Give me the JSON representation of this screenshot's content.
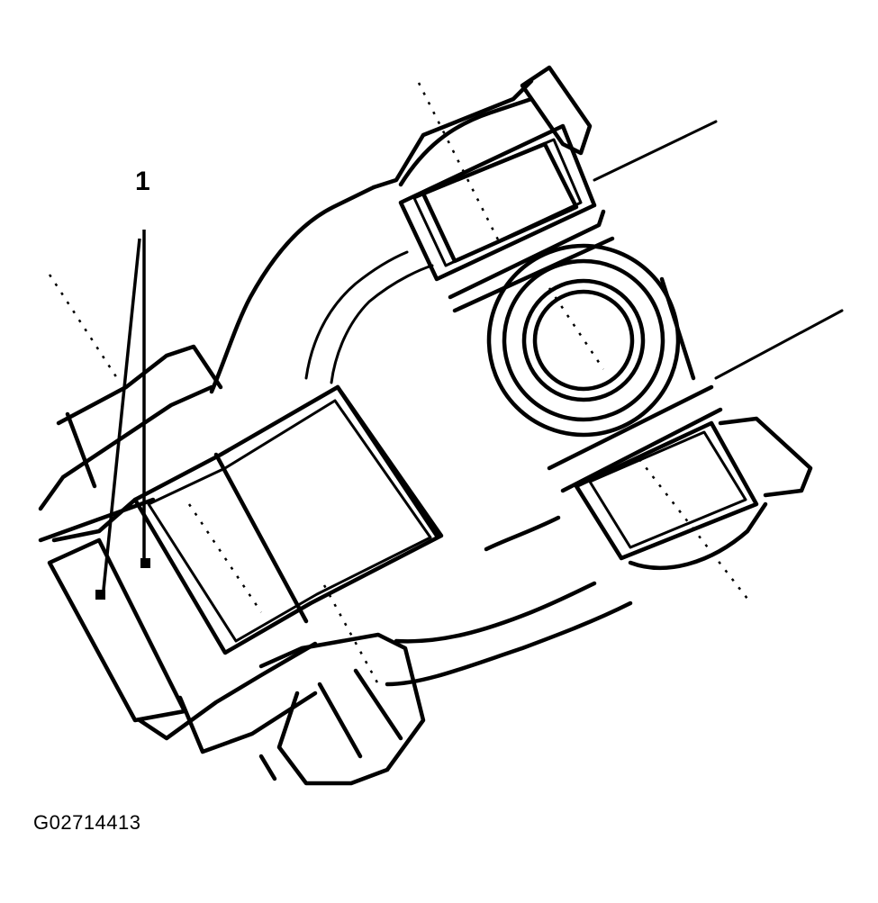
{
  "diagram": {
    "subject": "universal joint assembly with yoke, cross and bearing caps",
    "callouts": [
      {
        "label": "1",
        "targets": 2
      }
    ],
    "figure_id": "G02714413",
    "colors": {
      "ink": "#000000",
      "background": "#ffffff"
    }
  }
}
